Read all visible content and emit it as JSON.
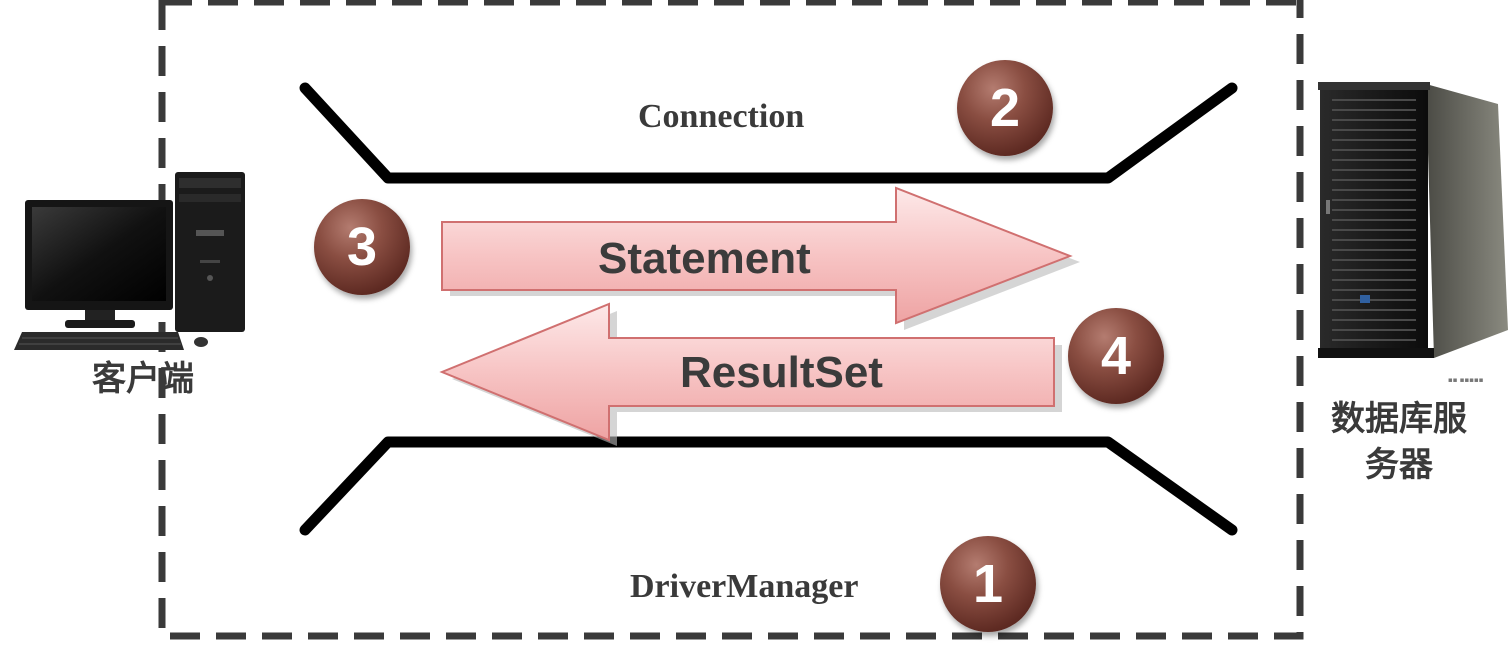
{
  "labels": {
    "connection": "Connection",
    "driver_manager": "DriverManager",
    "statement": "Statement",
    "result_set": "ResultSet",
    "client": "客户端",
    "server_line1": "数据库服",
    "server_line2": "务器"
  },
  "badges": {
    "driver_manager_step": "1",
    "connection_step": "2",
    "statement_step": "3",
    "result_set_step": "4"
  },
  "colors": {
    "badge": "#6b3128",
    "arrow_fill": "#f4b6b6",
    "arrow_stroke": "#d07070",
    "pipe": "#000000",
    "dashed_border": "#3a3a3a"
  },
  "icons": {
    "client": "desktop-computer-icon",
    "server": "tower-server-icon"
  }
}
